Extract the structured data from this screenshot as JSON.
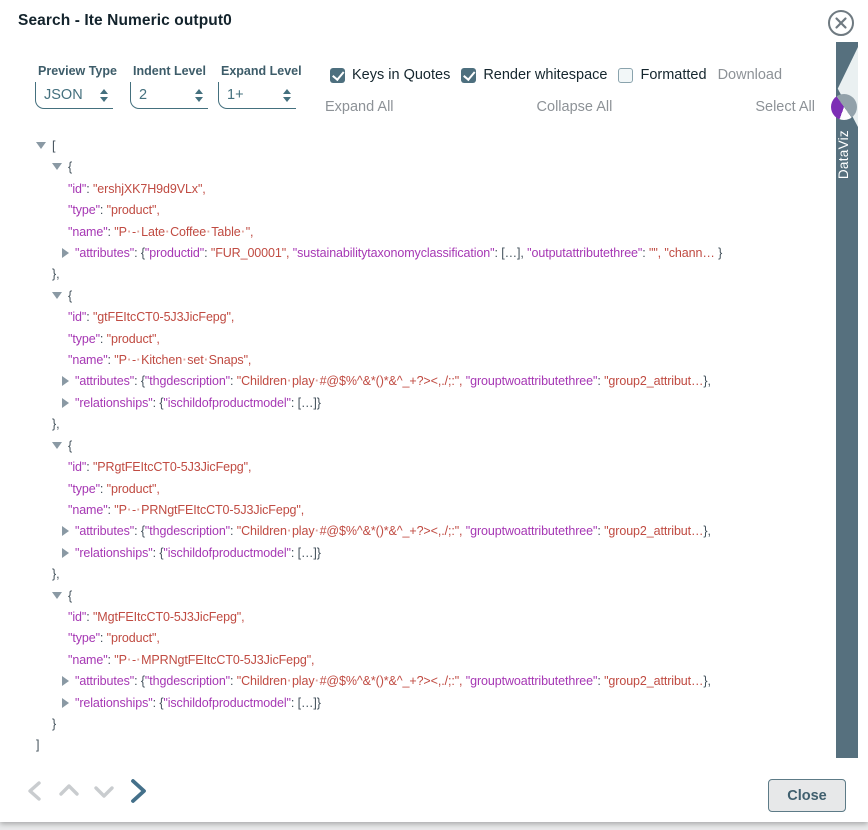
{
  "dialog": {
    "title": "Search - Ite Numeric output0"
  },
  "controls": {
    "preview_type": {
      "label": "Preview Type",
      "value": "JSON"
    },
    "indent_level": {
      "label": "Indent Level",
      "value": "2"
    },
    "expand_level": {
      "label": "Expand Level",
      "value": "1+"
    }
  },
  "options": {
    "keys_in_quotes": {
      "label": "Keys in Quotes",
      "checked": true
    },
    "render_whitespace": {
      "label": "Render whitespace",
      "checked": true
    },
    "formatted": {
      "label": "Formatted",
      "checked": false
    },
    "download_label": "Download"
  },
  "actions": {
    "expand_all": "Expand All",
    "collapse_all": "Collapse All",
    "select_all": "Select All"
  },
  "side_tab": {
    "label": "DataViz"
  },
  "footer": {
    "close_label": "Close"
  },
  "colors": {
    "accent_teal": "#44707e",
    "tab_background": "#56707e",
    "key_purple": "#a637b4",
    "value_red": "#c04b42",
    "whitespace_dot": "#e2a69d",
    "link_gray": "#8d9297",
    "nav_inactive": "#c9cccf",
    "nav_active": "#44708a"
  },
  "json_tree": {
    "lines": [
      {
        "ind": 0,
        "tri": "o",
        "seg": [
          [
            "p",
            "["
          ]
        ]
      },
      {
        "ind": 1,
        "tri": "o",
        "seg": [
          [
            "p",
            "{"
          ]
        ]
      },
      {
        "ind": 2,
        "seg": [
          [
            "k",
            "\"id\""
          ],
          [
            "p",
            ": "
          ],
          [
            "s",
            "\"ershjXK7H9d9VLx\","
          ]
        ]
      },
      {
        "ind": 2,
        "seg": [
          [
            "k",
            "\"type\""
          ],
          [
            "p",
            ": "
          ],
          [
            "s",
            "\"product\","
          ]
        ]
      },
      {
        "ind": 2,
        "seg": [
          [
            "k",
            "\"name\""
          ],
          [
            "p",
            ": "
          ],
          [
            "s",
            "\"P·-·Late·Coffee·Table·\","
          ]
        ]
      },
      {
        "ind": 2,
        "tri": "c",
        "seg": [
          [
            "k",
            "\"attributes\""
          ],
          [
            "p",
            ": "
          ],
          [
            "p",
            "{"
          ],
          [
            "k",
            "\"productid\""
          ],
          [
            "p",
            ": "
          ],
          [
            "s",
            "\"FUR_00001\", "
          ],
          [
            "k",
            "\"sustainabilitytaxonomyclassification\""
          ],
          [
            "p",
            ": "
          ],
          [
            "p",
            "[…], "
          ],
          [
            "k",
            "\"outputattributethree\""
          ],
          [
            "p",
            ": "
          ],
          [
            "s",
            "\"\", "
          ],
          [
            "s",
            "\"chann… "
          ],
          [
            "p",
            "}"
          ]
        ]
      },
      {
        "ind": 1,
        "seg": [
          [
            "p",
            "},"
          ]
        ]
      },
      {
        "ind": 1,
        "tri": "o",
        "seg": [
          [
            "p",
            "{"
          ]
        ]
      },
      {
        "ind": 2,
        "seg": [
          [
            "k",
            "\"id\""
          ],
          [
            "p",
            ": "
          ],
          [
            "s",
            "\"gtFEItcCT0-5J3JicFepg\","
          ]
        ]
      },
      {
        "ind": 2,
        "seg": [
          [
            "k",
            "\"type\""
          ],
          [
            "p",
            ": "
          ],
          [
            "s",
            "\"product\","
          ]
        ]
      },
      {
        "ind": 2,
        "seg": [
          [
            "k",
            "\"name\""
          ],
          [
            "p",
            ": "
          ],
          [
            "s",
            "\"P·-·Kitchen·set·Snaps\","
          ]
        ]
      },
      {
        "ind": 2,
        "tri": "c",
        "seg": [
          [
            "k",
            "\"attributes\""
          ],
          [
            "p",
            ": "
          ],
          [
            "p",
            "{"
          ],
          [
            "k",
            "\"thgdescription\""
          ],
          [
            "p",
            ": "
          ],
          [
            "s",
            "\"Children·play·#@$%^&*()*&^_+?><,./;:\", "
          ],
          [
            "k",
            "\"grouptwoattributethree\""
          ],
          [
            "p",
            ": "
          ],
          [
            "s",
            "\"group2_attribut…"
          ],
          [
            "p",
            "},"
          ]
        ]
      },
      {
        "ind": 2,
        "tri": "c",
        "seg": [
          [
            "k",
            "\"relationships\""
          ],
          [
            "p",
            ": "
          ],
          [
            "p",
            "{"
          ],
          [
            "k",
            "\"ischildofproductmodel\""
          ],
          [
            "p",
            ": "
          ],
          [
            "p",
            "[…]}"
          ]
        ]
      },
      {
        "ind": 1,
        "seg": [
          [
            "p",
            "},"
          ]
        ]
      },
      {
        "ind": 1,
        "tri": "o",
        "seg": [
          [
            "p",
            "{"
          ]
        ]
      },
      {
        "ind": 2,
        "seg": [
          [
            "k",
            "\"id\""
          ],
          [
            "p",
            ": "
          ],
          [
            "s",
            "\"PRgtFEItcCT0-5J3JicFepg\","
          ]
        ]
      },
      {
        "ind": 2,
        "seg": [
          [
            "k",
            "\"type\""
          ],
          [
            "p",
            ": "
          ],
          [
            "s",
            "\"product\","
          ]
        ]
      },
      {
        "ind": 2,
        "seg": [
          [
            "k",
            "\"name\""
          ],
          [
            "p",
            ": "
          ],
          [
            "s",
            "\"P·-·PRNgtFEItcCT0-5J3JicFepg\","
          ]
        ]
      },
      {
        "ind": 2,
        "tri": "c",
        "seg": [
          [
            "k",
            "\"attributes\""
          ],
          [
            "p",
            ": "
          ],
          [
            "p",
            "{"
          ],
          [
            "k",
            "\"thgdescription\""
          ],
          [
            "p",
            ": "
          ],
          [
            "s",
            "\"Children·play·#@$%^&*()*&^_+?><,./;:\", "
          ],
          [
            "k",
            "\"grouptwoattributethree\""
          ],
          [
            "p",
            ": "
          ],
          [
            "s",
            "\"group2_attribut…"
          ],
          [
            "p",
            "},"
          ]
        ]
      },
      {
        "ind": 2,
        "tri": "c",
        "seg": [
          [
            "k",
            "\"relationships\""
          ],
          [
            "p",
            ": "
          ],
          [
            "p",
            "{"
          ],
          [
            "k",
            "\"ischildofproductmodel\""
          ],
          [
            "p",
            ": "
          ],
          [
            "p",
            "[…]}"
          ]
        ]
      },
      {
        "ind": 1,
        "seg": [
          [
            "p",
            "},"
          ]
        ]
      },
      {
        "ind": 1,
        "tri": "o",
        "seg": [
          [
            "p",
            "{"
          ]
        ]
      },
      {
        "ind": 2,
        "seg": [
          [
            "k",
            "\"id\""
          ],
          [
            "p",
            ": "
          ],
          [
            "s",
            "\"MgtFEItcCT0-5J3JicFepg\","
          ]
        ]
      },
      {
        "ind": 2,
        "seg": [
          [
            "k",
            "\"type\""
          ],
          [
            "p",
            ": "
          ],
          [
            "s",
            "\"product\","
          ]
        ]
      },
      {
        "ind": 2,
        "seg": [
          [
            "k",
            "\"name\""
          ],
          [
            "p",
            ": "
          ],
          [
            "s",
            "\"P·-·MPRNgtFEItcCT0-5J3JicFepg\","
          ]
        ]
      },
      {
        "ind": 2,
        "tri": "c",
        "seg": [
          [
            "k",
            "\"attributes\""
          ],
          [
            "p",
            ": "
          ],
          [
            "p",
            "{"
          ],
          [
            "k",
            "\"thgdescription\""
          ],
          [
            "p",
            ": "
          ],
          [
            "s",
            "\"Children·play·#@$%^&*()*&^_+?><,./;:\", "
          ],
          [
            "k",
            "\"grouptwoattributethree\""
          ],
          [
            "p",
            ": "
          ],
          [
            "s",
            "\"group2_attribut…"
          ],
          [
            "p",
            "},"
          ]
        ]
      },
      {
        "ind": 2,
        "tri": "c",
        "seg": [
          [
            "k",
            "\"relationships\""
          ],
          [
            "p",
            ": "
          ],
          [
            "p",
            "{"
          ],
          [
            "k",
            "\"ischildofproductmodel\""
          ],
          [
            "p",
            ": "
          ],
          [
            "p",
            "[…]}"
          ]
        ]
      },
      {
        "ind": 1,
        "seg": [
          [
            "p",
            "}"
          ]
        ]
      },
      {
        "ind": 0,
        "seg": [
          [
            "p",
            "]"
          ]
        ]
      }
    ]
  }
}
